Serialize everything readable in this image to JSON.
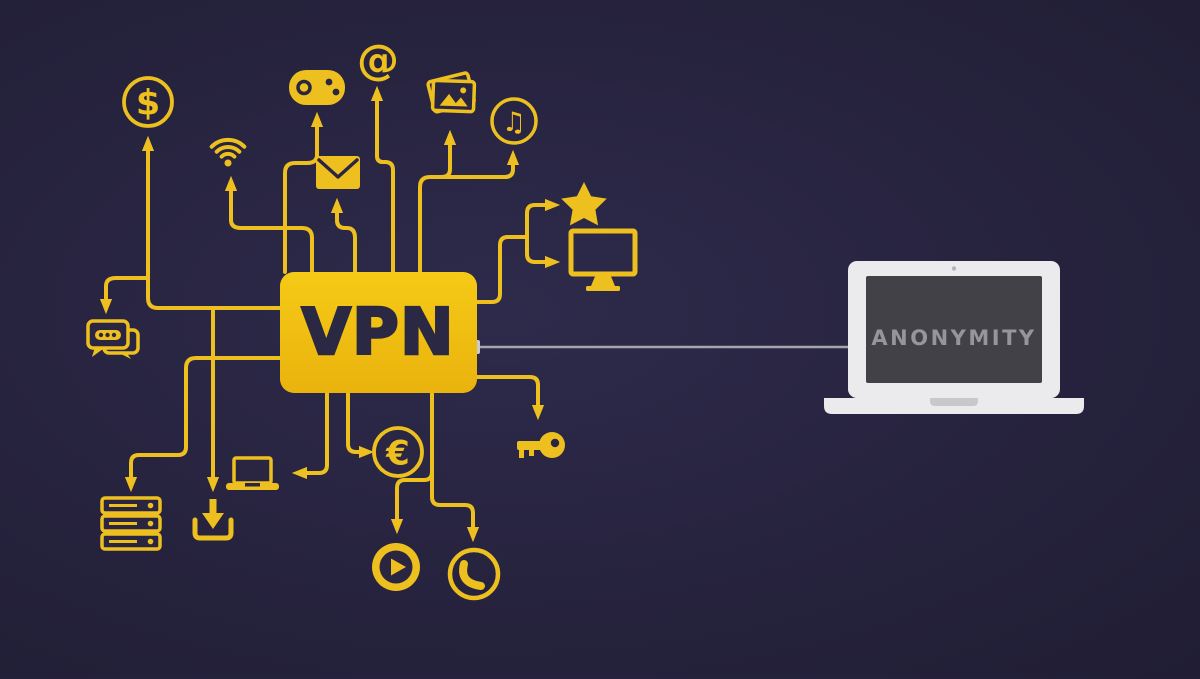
{
  "colors": {
    "bgCenter": "#2e2a4b",
    "bgEdge": "#201d34",
    "bg2": "#2a2642",
    "line": "#edbf1f",
    "bead": "#f3cb30",
    "boxTop": "#f5ca16",
    "boxBottom": "#eab30e",
    "boxText": "#2b2843",
    "gray": "#a5a5af",
    "nub": "#c9c9d2",
    "lapBody": "#ebebed",
    "lapScreen": "#424147",
    "lapText": "#95959a",
    "lapNotch": "#c7c7cc",
    "lapDetail": "#b5b5ba"
  },
  "scene": {
    "vpn_box": {
      "label": "VPN"
    },
    "laptop": {
      "screen_label": "ANONYMITY"
    },
    "glyphs": {
      "dollar": "$",
      "at": "@",
      "music": "♫",
      "euro": "€"
    },
    "icons": [
      "dollar-icon",
      "chat-icon",
      "wifi-icon",
      "gamepad-icon",
      "at-sign-icon",
      "email-icon",
      "photos-icon",
      "music-icon",
      "star-icon",
      "monitor-icon",
      "server-icon",
      "download-icon",
      "laptop-small-icon",
      "euro-icon",
      "key-icon",
      "play-icon",
      "phone-icon",
      "anonymity-laptop"
    ]
  }
}
